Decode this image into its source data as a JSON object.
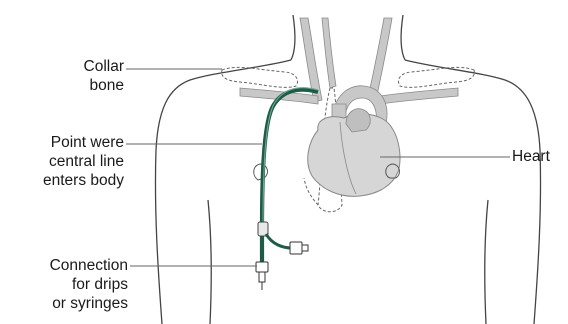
{
  "labels": {
    "collar_bone": [
      "Collar",
      "bone"
    ],
    "entry_point": [
      "Point were",
      "central line",
      "enters body"
    ],
    "connection": [
      "Connection",
      "for drips",
      "or syringes"
    ],
    "heart": [
      "Heart"
    ]
  },
  "colors": {
    "outline": "#444444",
    "heart_fill": "#d4d4d4",
    "vessel_fill": "#c8c8c8",
    "catheter": "#1f5c48",
    "leader": "#666666"
  }
}
